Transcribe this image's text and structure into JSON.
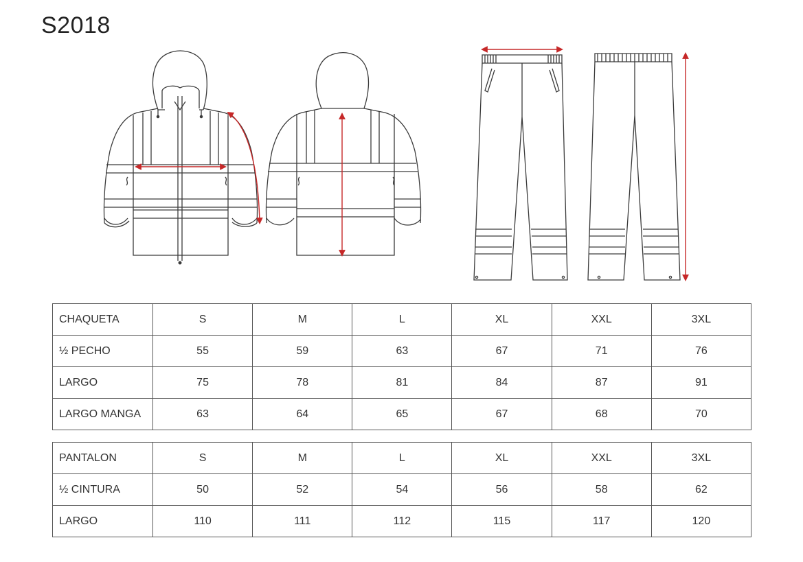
{
  "title": "S2018",
  "colors": {
    "line": "#3a3a3a",
    "arrow": "#c62828",
    "table_border": "#555555"
  },
  "jacket_table": {
    "header": [
      "CHAQUETA",
      "S",
      "M",
      "L",
      "XL",
      "XXL",
      "3XL"
    ],
    "rows": [
      [
        "½ PECHO",
        "55",
        "59",
        "63",
        "67",
        "71",
        "76"
      ],
      [
        "LARGO",
        "75",
        "78",
        "81",
        "84",
        "87",
        "91"
      ],
      [
        "LARGO MANGA",
        "63",
        "64",
        "65",
        "67",
        "68",
        "70"
      ]
    ]
  },
  "pants_table": {
    "header": [
      "PANTALON",
      "S",
      "M",
      "L",
      "XL",
      "XXL",
      "3XL"
    ],
    "rows": [
      [
        "½ CINTURA",
        "50",
        "52",
        "54",
        "56",
        "58",
        "62"
      ],
      [
        "LARGO",
        "110",
        "111",
        "112",
        "115",
        "117",
        "120"
      ]
    ]
  }
}
